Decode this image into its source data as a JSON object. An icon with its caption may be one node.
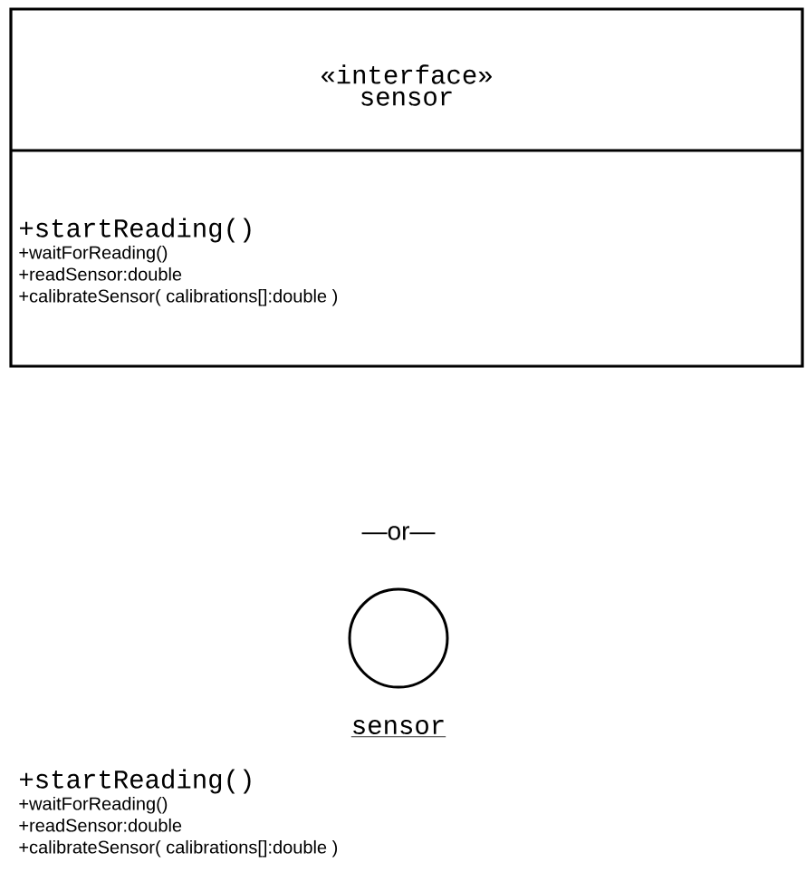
{
  "diagram": {
    "nodes": [
      {
        "text": [
          "«interface» sensor",
          "+startReading()",
          "+waitForReading()",
          "+readSensor:double",
          "+calibrateSensor( calibrations[]:double )"
        ]
      },
      {
        "text": [
          "sensor"
        ]
      }
    ],
    "labels": [
      "—or—",
      "+startReading()",
      "+waitForReading()",
      "+readSensor:double",
      "+calibrateSensor( calibrations[]:double )"
    ]
  }
}
